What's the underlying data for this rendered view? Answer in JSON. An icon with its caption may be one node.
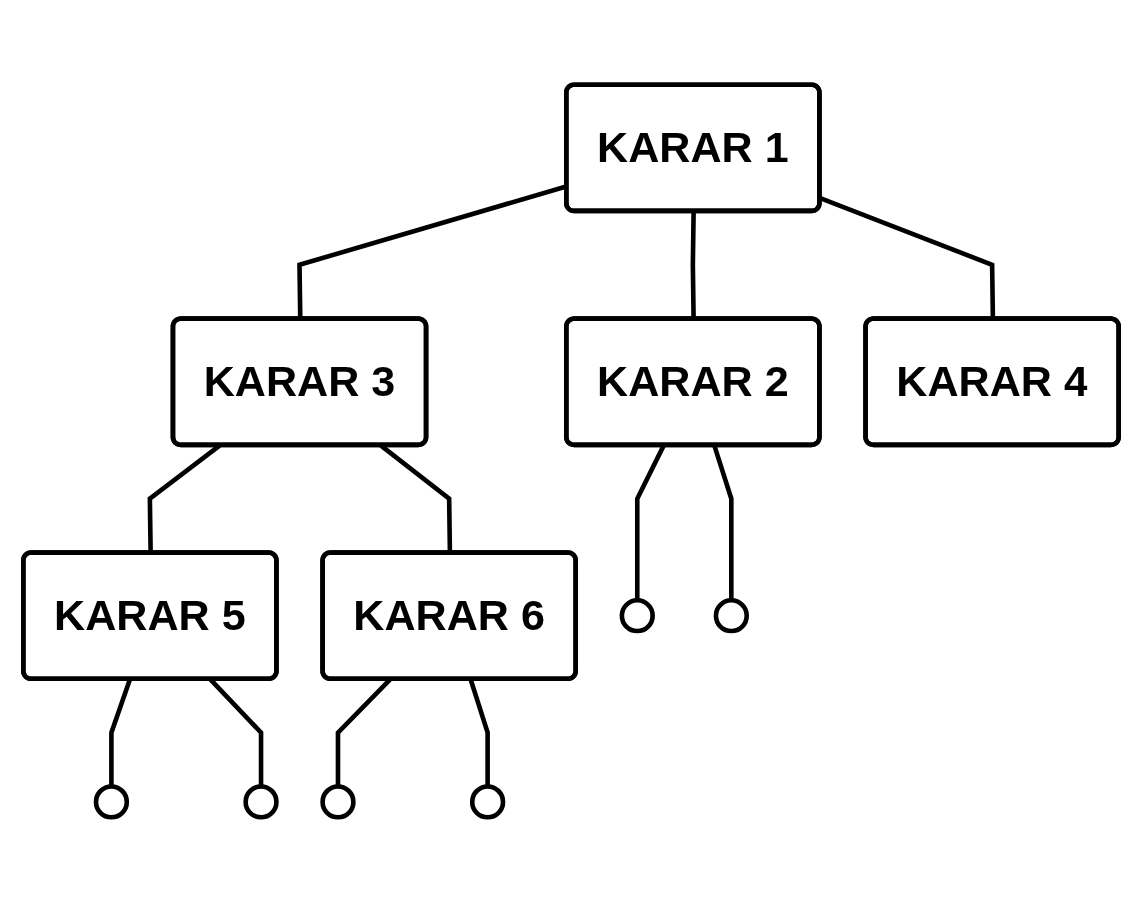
{
  "diagram": {
    "nodes": [
      {
        "text": [
          "KARAR 1"
        ]
      },
      {
        "text": [
          "KARAR 2"
        ]
      },
      {
        "text": [
          "KARAR 3"
        ]
      },
      {
        "text": [
          "KARAR 4"
        ]
      },
      {
        "text": [
          "KARAR 5"
        ]
      },
      {
        "text": [
          "KARAR 6"
        ]
      },
      {
        "text": [],
        "shape": "circle"
      },
      {
        "text": [],
        "shape": "circle"
      },
      {
        "text": [],
        "shape": "circle"
      },
      {
        "text": [],
        "shape": "circle"
      },
      {
        "text": [],
        "shape": "circle"
      },
      {
        "text": [],
        "shape": "circle"
      }
    ],
    "edges": [
      {
        "from": 0,
        "to": 1,
        "arrow": "none"
      },
      {
        "from": 0,
        "to": 2,
        "arrow": "none"
      },
      {
        "from": 0,
        "to": 3,
        "arrow": "none"
      },
      {
        "from": 1,
        "to": 6,
        "arrow": "none"
      },
      {
        "from": 1,
        "to": 7,
        "arrow": "none"
      },
      {
        "from": 2,
        "to": 4,
        "arrow": "none"
      },
      {
        "from": 2,
        "to": 5,
        "arrow": "none"
      },
      {
        "from": 4,
        "to": 8,
        "arrow": "none"
      },
      {
        "from": 4,
        "to": 9,
        "arrow": "none"
      },
      {
        "from": 5,
        "to": 10,
        "arrow": "none"
      },
      {
        "from": 5,
        "to": 11,
        "arrow": "none"
      }
    ]
  }
}
